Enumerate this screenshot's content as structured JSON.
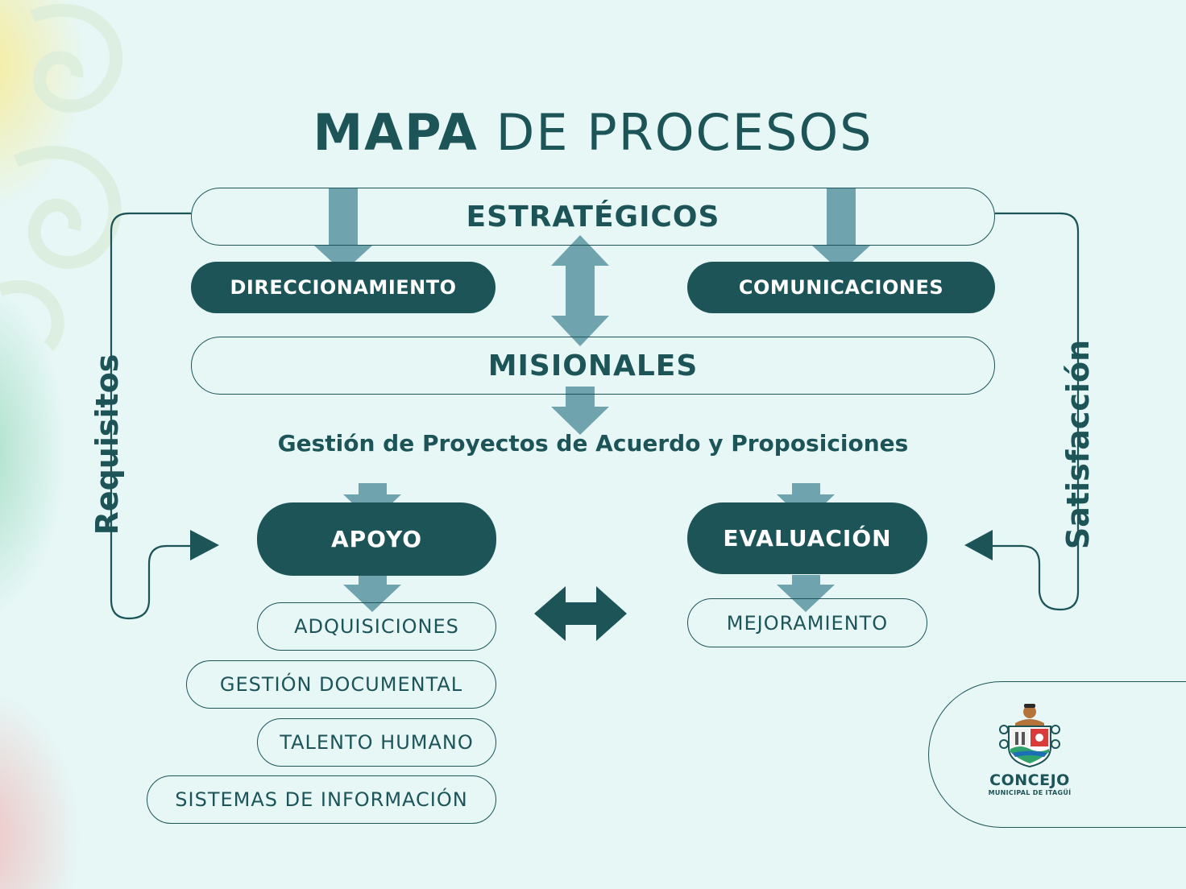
{
  "title": {
    "bold": "MAPA",
    "rest": "DE PROCESOS"
  },
  "bands": {
    "strategic": "ESTRATÉGICOS",
    "missional": "MISIONALES"
  },
  "strategic_processes": {
    "left": "DIRECCIONAMIENTO",
    "right": "COMUNICACIONES"
  },
  "missional_process": "Gestión de Proyectos de Acuerdo y Proposiciones",
  "support": {
    "label": "APOYO",
    "items": [
      "ADQUISICIONES",
      "GESTIÓN DOCUMENTAL",
      "TALENTO HUMANO",
      "SISTEMAS DE INFORMACIÓN"
    ]
  },
  "evaluation": {
    "label": "EVALUACIÓN",
    "items": [
      "MEJORAMIENTO"
    ]
  },
  "side_labels": {
    "left": "Requisitos",
    "right": "Satisfacción"
  },
  "logo": {
    "name": "CONCEJO",
    "subtitle": "MUNICIPAL DE ITAGÜÍ"
  },
  "colors": {
    "background": "#e6f7f6",
    "dark_teal": "#1d5458",
    "arrow_teal": "#6fa3ae"
  }
}
